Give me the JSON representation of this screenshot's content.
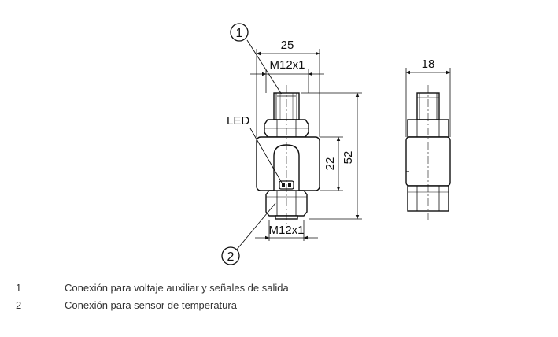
{
  "drawing": {
    "callout_1": "1",
    "callout_2": "2",
    "led_label": "LED",
    "dim_top_width": "25",
    "dim_top_thread": "M12x1",
    "dim_bottom_thread": "M12x1",
    "dim_inner_height": "22",
    "dim_total_height": "52",
    "dim_side_width": "18"
  },
  "legend": {
    "items": [
      {
        "number": "1",
        "text": "Conexión para voltaje auxiliar y señales de salida"
      },
      {
        "number": "2",
        "text": "Conexión para sensor de temperatura"
      }
    ]
  }
}
